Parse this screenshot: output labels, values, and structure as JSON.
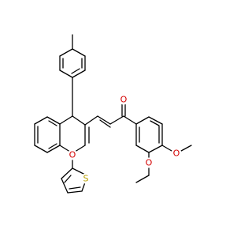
{
  "colors": {
    "background": "#ffffff",
    "bond": "#000000",
    "oxygen": "#d40000",
    "sulfur": "#b8a000"
  },
  "molecule": {
    "atom_labels": {
      "ketone_oxygen": "O",
      "pyran_oxygen": "O",
      "methoxy_oxygen_para": "O",
      "methoxy_oxygen_meta": "O",
      "thiophene_sulfur": "S"
    }
  }
}
